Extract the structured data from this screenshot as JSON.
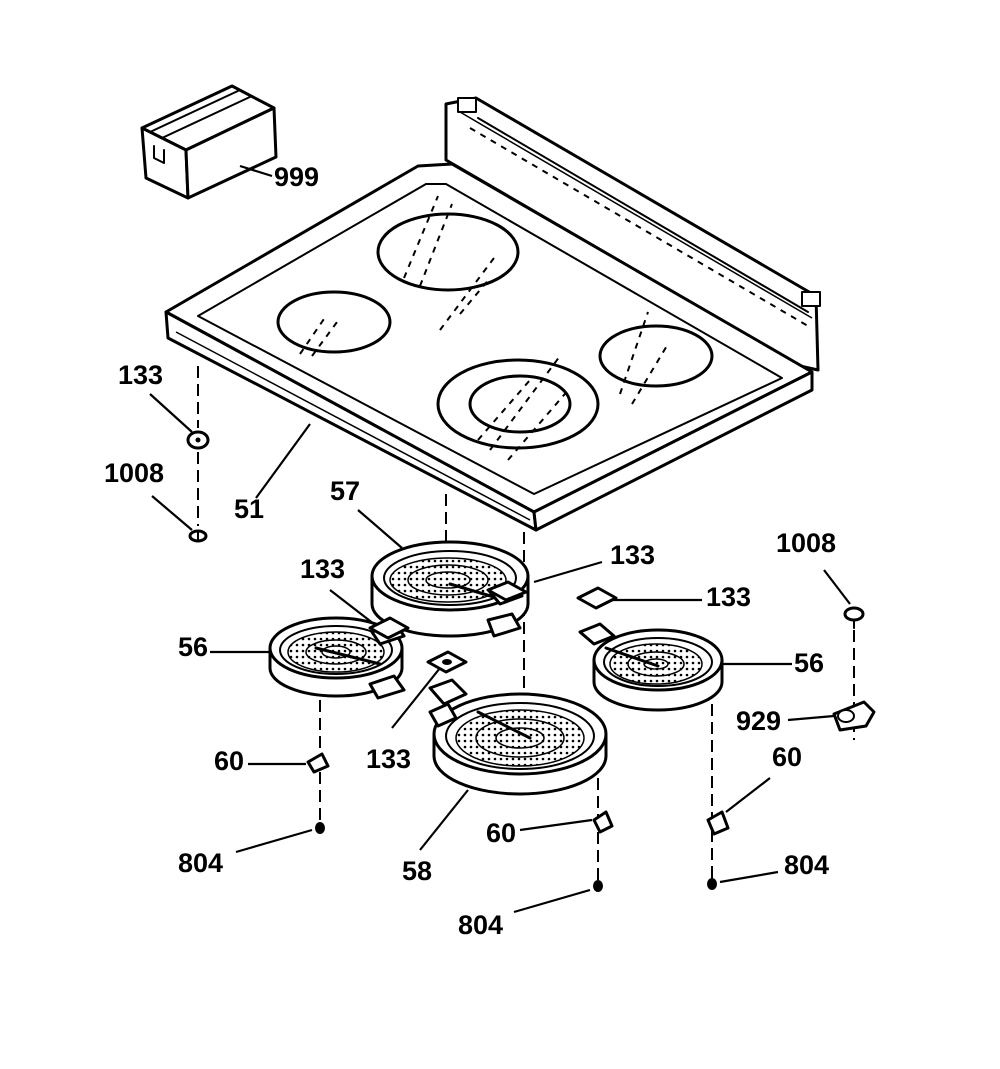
{
  "labels": {
    "l999": "999",
    "l133_left": "133",
    "l1008_left": "1008",
    "l51": "51",
    "l57": "57",
    "l133_mid_left": "133",
    "l133_mid_right": "133",
    "l133_right": "133",
    "l56_left": "56",
    "l56_right": "56",
    "l1008_right": "1008",
    "l929": "929",
    "l133_lower": "133",
    "l60_left": "60",
    "l60_right": "60",
    "l60_mid": "60",
    "l804_left": "804",
    "l58": "58",
    "l804_mid": "804",
    "l804_right": "804"
  }
}
